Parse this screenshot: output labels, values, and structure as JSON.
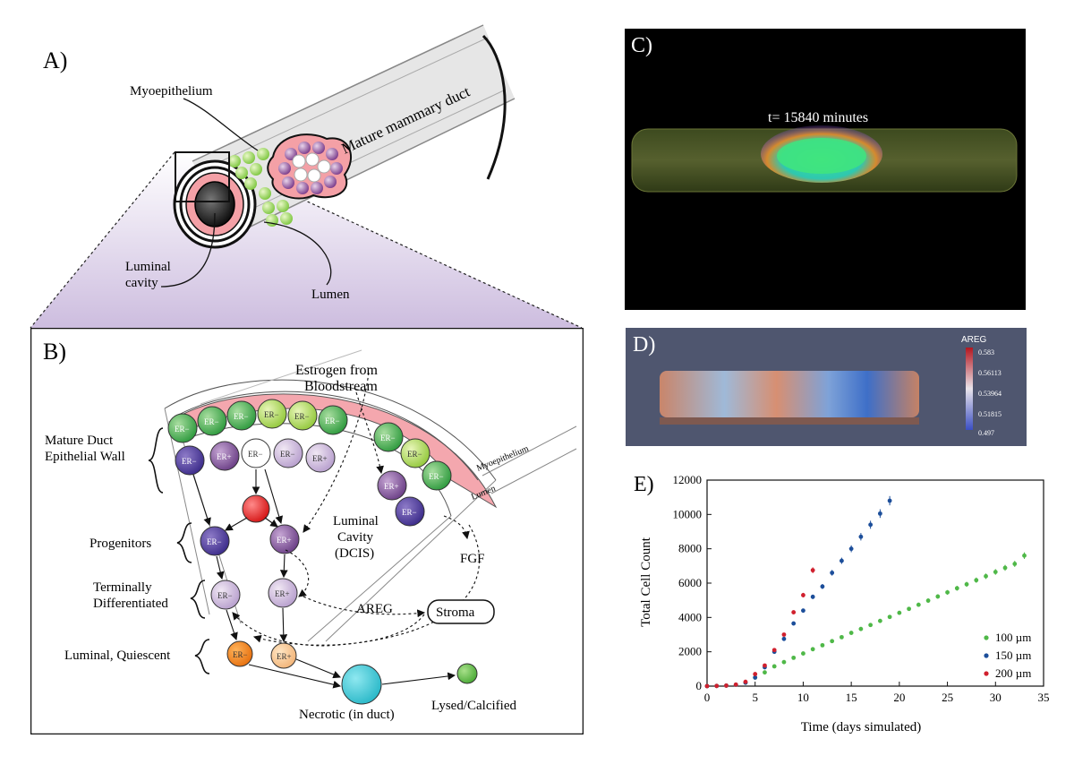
{
  "panel_a": {
    "letter": "A)",
    "myoepithelium": "Myoepithelium",
    "mature_duct": "Mature mammary duct",
    "luminal_cavity_1": "Luminal",
    "luminal_cavity_2": "cavity",
    "lumen": "Lumen"
  },
  "panel_b": {
    "letter": "B)",
    "estrogen_1": "Estrogen from",
    "estrogen_2": "Bloodstream",
    "mature_wall_1": "Mature Duct",
    "mature_wall_2": "Epithelial Wall",
    "progenitors": "Progenitors",
    "terminal_1": "Terminally",
    "terminal_2": "Differentiated",
    "quiescent": "Luminal, Quiescent",
    "luminal_cavity_1": "Luminal",
    "luminal_cavity_2": "Cavity",
    "luminal_cavity_3": "(DCIS)",
    "areg": "AREG",
    "fgf": "FGF",
    "stroma": "Stroma",
    "myoepithelium": "Myoepithelium",
    "lumen": "Lumen",
    "necrotic": "Necrotic (in duct)",
    "lysed": "Lysed/Calcified",
    "er_minus": "ER−",
    "er_plus": "ER+"
  },
  "panel_c": {
    "letter": "C)",
    "time_label": "t= 15840 minutes"
  },
  "panel_d": {
    "letter": "D)",
    "colorbar_title": "AREG",
    "colorbar_ticks": [
      "0.583",
      "0.56113",
      "0.53964",
      "0.51815",
      "0.497"
    ]
  },
  "chart_data": {
    "type": "scatter",
    "letter": "E)",
    "xlabel": "Time (days simulated)",
    "ylabel": "Total Cell Count",
    "xlim": [
      0,
      35
    ],
    "ylim": [
      0,
      12000
    ],
    "xticks": [
      0,
      5,
      10,
      15,
      20,
      25,
      30,
      35
    ],
    "yticks": [
      0,
      2000,
      4000,
      6000,
      8000,
      10000,
      12000
    ],
    "legend_position": "bottom-right",
    "series": [
      {
        "name": "100 µm",
        "color": "#4fb848",
        "x": [
          0,
          1,
          2,
          3,
          4,
          5,
          6,
          7,
          8,
          9,
          10,
          11,
          12,
          13,
          14,
          15,
          16,
          17,
          18,
          19,
          20,
          21,
          22,
          23,
          24,
          25,
          26,
          27,
          28,
          29,
          30,
          31,
          32,
          33
        ],
        "y": [
          0,
          10,
          30,
          80,
          200,
          500,
          800,
          1150,
          1400,
          1650,
          1900,
          2150,
          2380,
          2620,
          2850,
          3100,
          3330,
          3560,
          3800,
          4030,
          4270,
          4500,
          4740,
          4980,
          5220,
          5460,
          5700,
          5930,
          6170,
          6400,
          6650,
          6890,
          7120,
          7600
        ]
      },
      {
        "name": "150 µm",
        "color": "#1c4e9a",
        "x": [
          0,
          1,
          2,
          3,
          4,
          5,
          6,
          7,
          8,
          9,
          10,
          11,
          12,
          13,
          14,
          15,
          16,
          17,
          18,
          19
        ],
        "y": [
          0,
          10,
          30,
          80,
          200,
          500,
          1100,
          2000,
          2750,
          3650,
          4400,
          5200,
          5800,
          6600,
          7300,
          8000,
          8700,
          9400,
          10050,
          10800
        ]
      },
      {
        "name": "200 µm",
        "color": "#d0202e",
        "x": [
          0,
          1,
          2,
          3,
          4,
          5,
          6,
          7,
          8,
          9,
          10,
          11
        ],
        "y": [
          0,
          10,
          30,
          90,
          250,
          700,
          1200,
          2100,
          3000,
          4300,
          5300,
          6750
        ]
      }
    ]
  }
}
